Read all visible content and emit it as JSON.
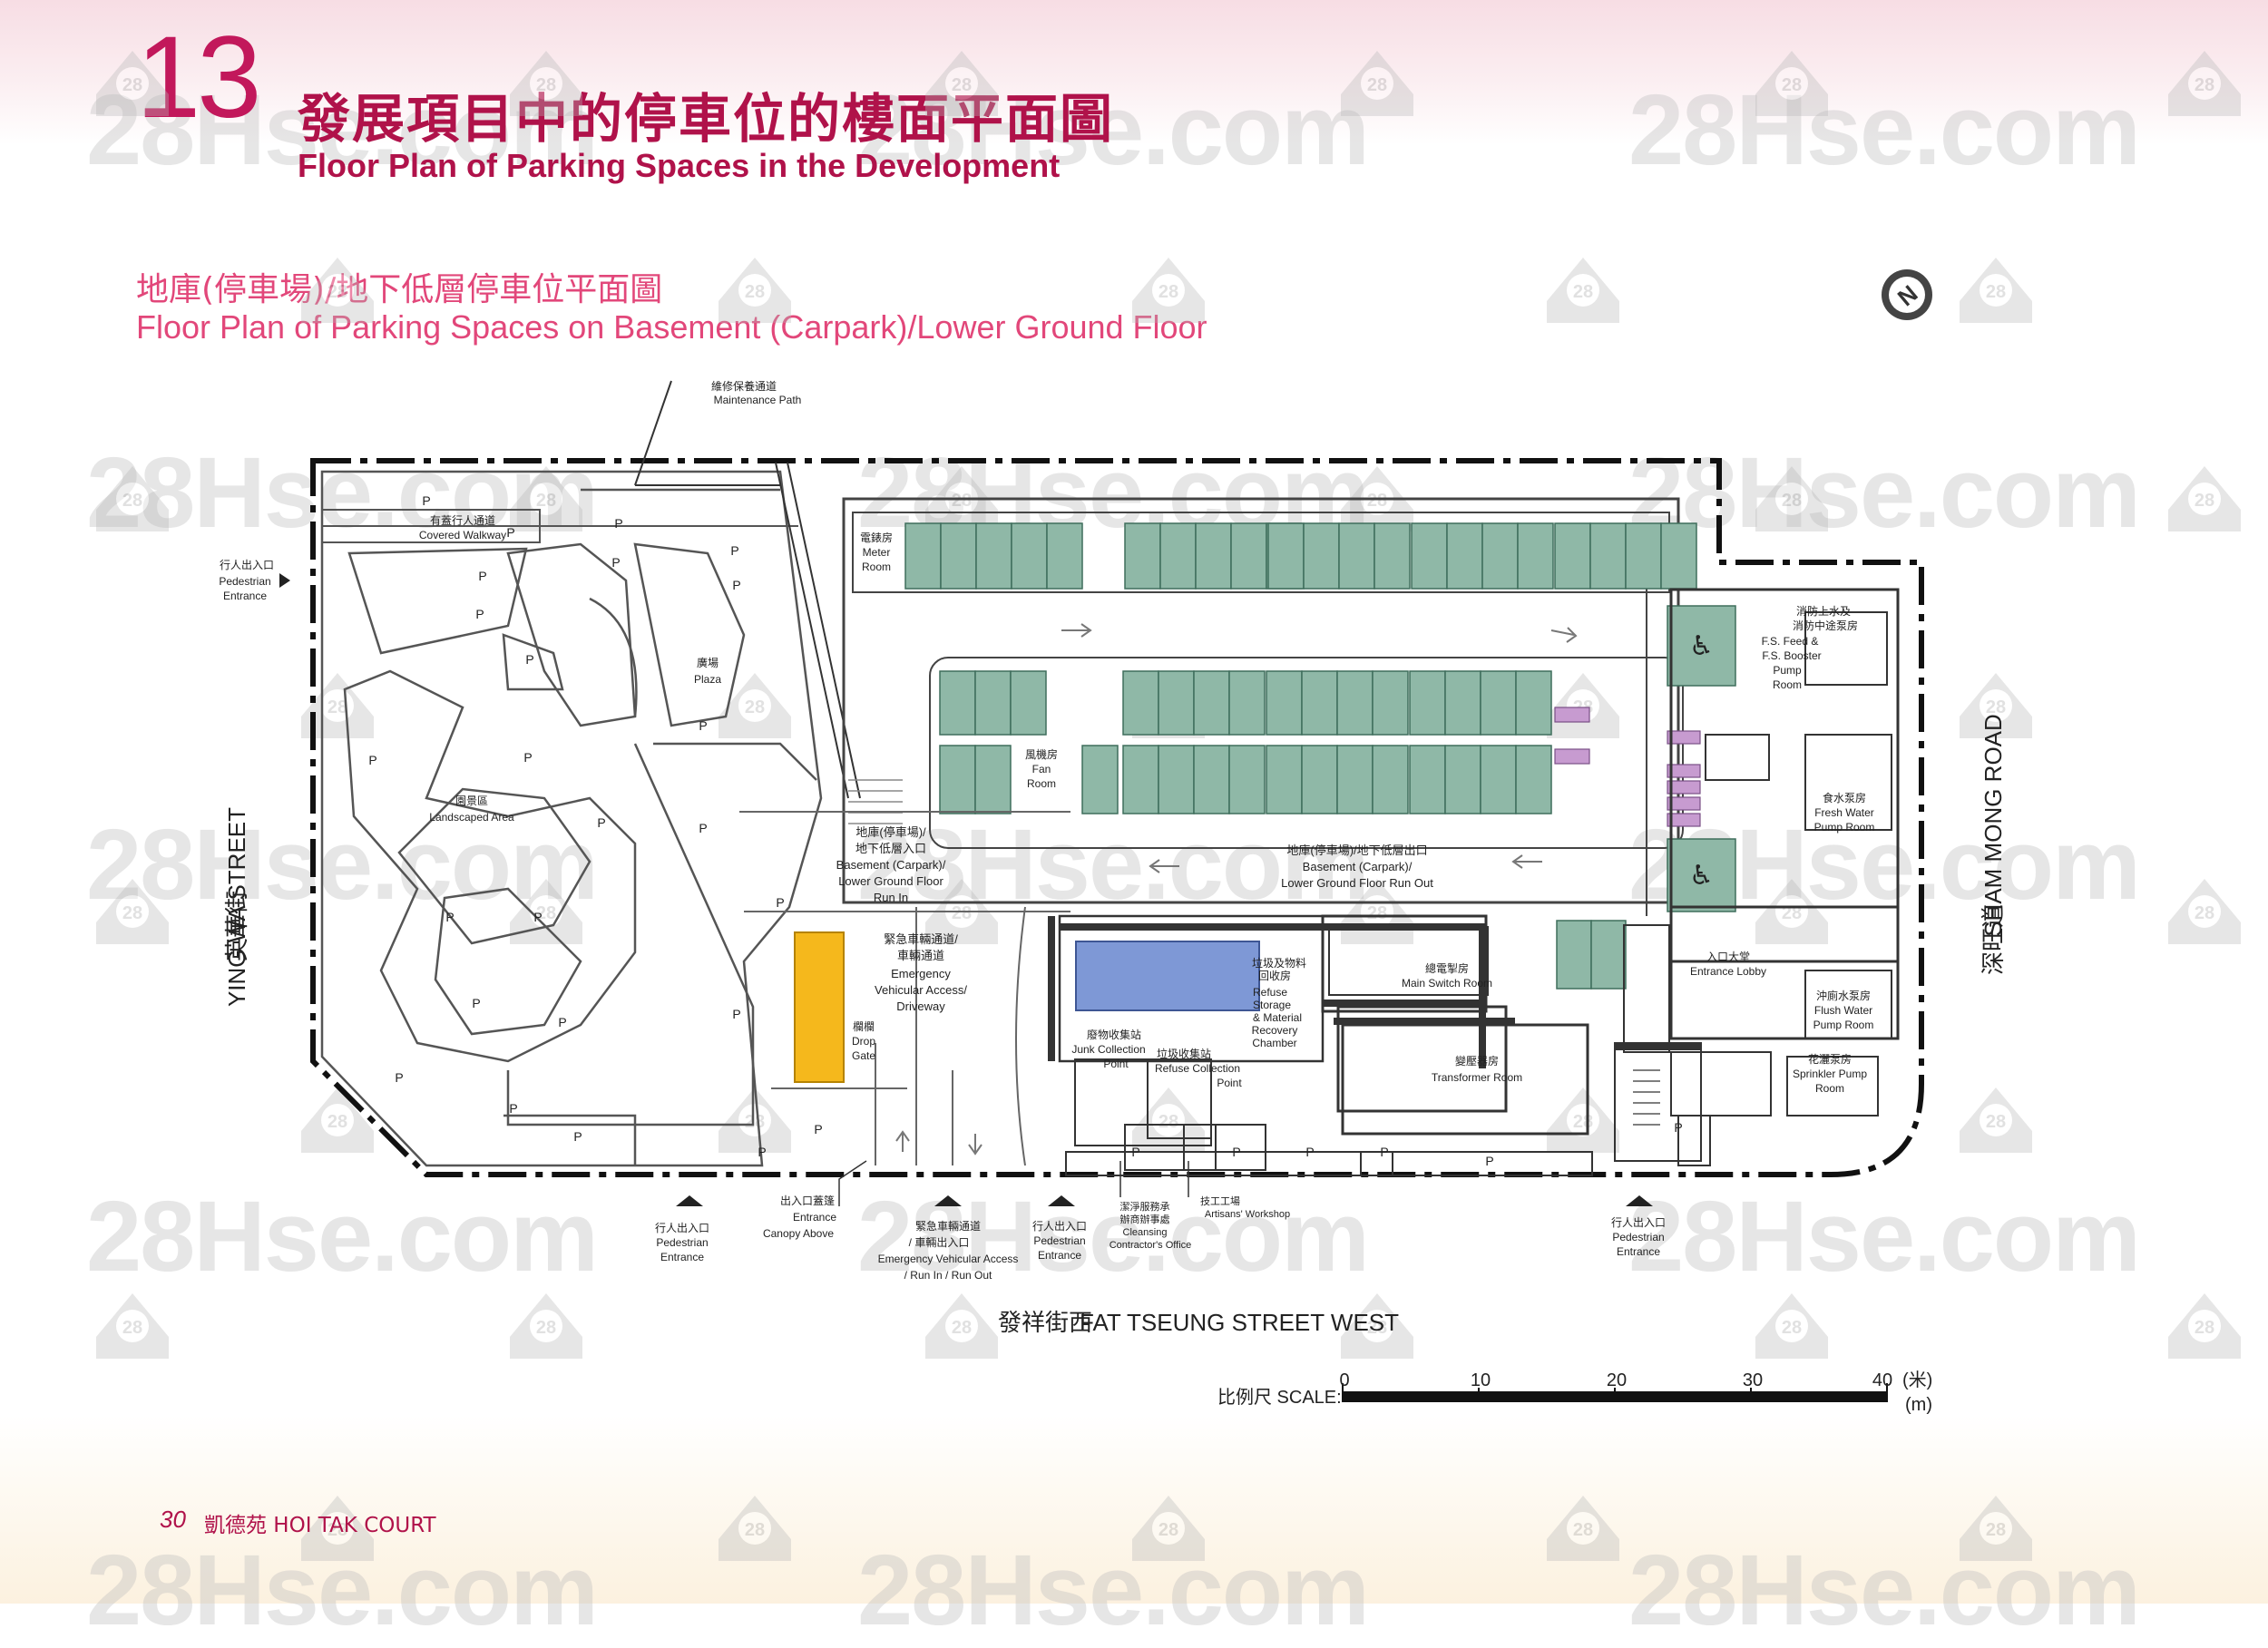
{
  "header": {
    "section_number": "13",
    "title_zh": "發展項目中的停車位的樓面平面圖",
    "title_en": "Floor Plan of Parking Spaces in the Development"
  },
  "subtitle": {
    "zh": "地庫(停車場)/地下低層停車位平面圖",
    "en": "Floor Plan of Parking Spaces on Basement (Carpark)/Lower Ground Floor"
  },
  "watermark": {
    "text": "28Hse.com",
    "badge": "28"
  },
  "plan": {
    "maintenance_path_zh": "維修保養通道",
    "maintenance_path_en": "Maintenance Path",
    "covered_walkway_zh": "有蓋行人通道",
    "covered_walkway_en": "Covered Walkway",
    "meter_room_zh": "電錶房",
    "meter_room_en1": "Meter",
    "meter_room_en2": "Room",
    "plaza_zh": "廣場",
    "plaza_en": "Plaza",
    "landscaped_zh": "園景區",
    "landscaped_en": "Landscaped Area",
    "fan_room_zh": "風機房",
    "fan_room_en1": "Fan",
    "fan_room_en2": "Room",
    "run_in_zh1": "地庫(停車場)/",
    "run_in_zh2": "地下低層入口",
    "run_in_en1": "Basement (Carpark)/",
    "run_in_en2": "Lower Ground Floor",
    "run_in_en3": "Run In",
    "run_out_zh": "地庫(停車場)/地下低層出口",
    "run_out_en1": "Basement (Carpark)/",
    "run_out_en2": "Lower Ground Floor Run Out",
    "emergency_zh1": "緊急車輛通道/",
    "emergency_zh2": "車輛通道",
    "emergency_en1": "Emergency",
    "emergency_en2": "Vehicular Access/",
    "emergency_en3": "Driveway",
    "drop_gate_zh": "欄欄",
    "drop_gate_en1": "Drop",
    "drop_gate_en2": "Gate",
    "refuse_storage_zh1": "垃圾及物料",
    "refuse_storage_zh2": "回收房",
    "refuse_storage_en1": "Refuse",
    "refuse_storage_en2": "Storage",
    "refuse_storage_en3": "& Material",
    "refuse_storage_en4": "Recovery",
    "refuse_storage_en5": "Chamber",
    "main_switch_zh": "總電掣房",
    "main_switch_en": "Main Switch Room",
    "junk_zh": "廢物收集站",
    "junk_en1": "Junk Collection",
    "junk_en2": "Point",
    "refuse_point_zh": "垃圾收集站",
    "refuse_point_en1": "Refuse Collection",
    "refuse_point_en2": "Point",
    "transformer_zh": "變壓器房",
    "transformer_en": "Transformer Room",
    "fs_pump_zh1": "消防上水及",
    "fs_pump_zh2": "消防中途泵房",
    "fs_pump_en1": "F.S. Feed &",
    "fs_pump_en2": "F.S. Booster",
    "fs_pump_en3": "Pump",
    "fs_pump_en4": "Room",
    "fresh_water_zh": "食水泵房",
    "fresh_water_en1": "Fresh Water",
    "fresh_water_en2": "Pump Room",
    "entrance_lobby_zh": "入口大堂",
    "entrance_lobby_en": "Entrance Lobby",
    "flush_water_zh": "沖廁水泵房",
    "flush_water_en1": "Flush Water",
    "flush_water_en2": "Pump Room",
    "sprinkler_zh": "花灑泵房",
    "sprinkler_en1": "Sprinkler Pump",
    "sprinkler_en2": "Room",
    "ped_zh": "行人出入口",
    "ped_en1": "Pedestrian",
    "ped_en2": "Entrance",
    "canopy_zh": "出入口蓋篷",
    "canopy_en1": "Entrance",
    "canopy_en2": "Canopy Above",
    "eva_zh1": "緊急車輛通道",
    "eva_zh2": "/ 車輛出入口",
    "eva_en1": "Emergency Vehicular Access",
    "eva_en2": "/ Run In / Run Out",
    "cleansing_zh1": "潔淨服務承",
    "cleansing_zh2": "辦商辦事處",
    "cleansing_en1": "Cleansing",
    "cleansing_en2": "Contractor's Office",
    "artisans_zh": "技工工場",
    "artisans_en": "Artisans' Workshop",
    "parking_label": "P",
    "street_south_zh": "發祥街西",
    "street_south_en": "FAT TSEUNG STREET WEST",
    "street_west_zh": "英華街",
    "street_west_en": "YING WA STREET",
    "street_east_zh": "深旺道",
    "street_east_en": "SHAM MONG ROAD",
    "north_letter": "N"
  },
  "scale": {
    "label": "比例尺 SCALE:",
    "ticks": [
      "0",
      "10",
      "20",
      "30",
      "40"
    ],
    "unit_zh": "(米)",
    "unit_en": "(m)"
  },
  "footer": {
    "page": "30",
    "name": "凱德苑  HOI TAK COURT"
  },
  "colors": {
    "brand": "#b0124a",
    "accent": "#e2477a",
    "parking_bay": "#8fb8a7",
    "accessible_bay": "#8fb8a7",
    "motorcycle_bay": "#c79bd0",
    "loading_bay": "#7e98d6",
    "drop_gate": "#f5b81c"
  }
}
